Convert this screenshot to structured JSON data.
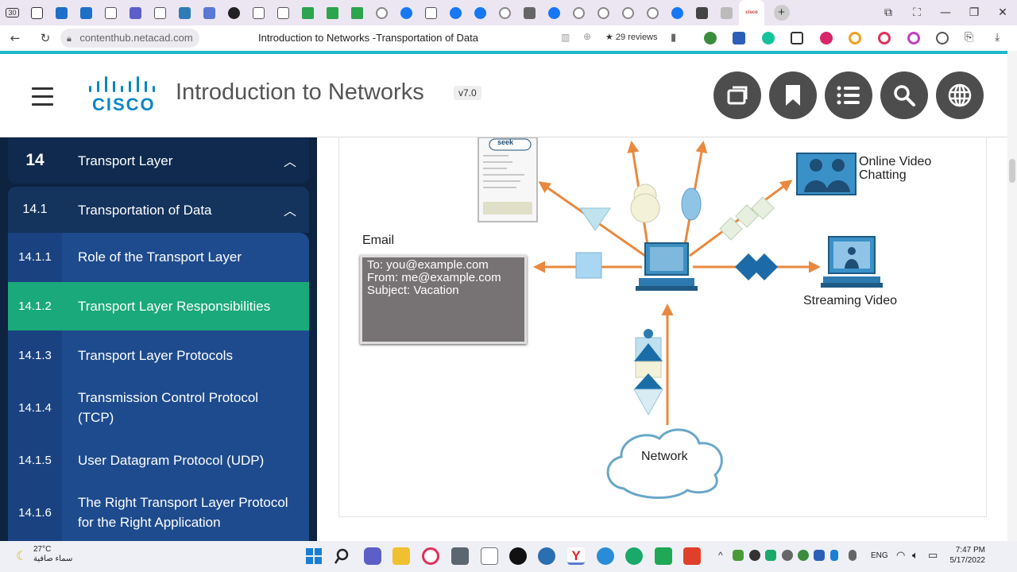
{
  "browser": {
    "tab_counter": "30",
    "url": "contenthub.netacad.com",
    "page_title": "Introduction to Networks -Transportation of Data",
    "reviews": "29 reviews",
    "active_tab_label": "cisco"
  },
  "app": {
    "title": "Introduction to Networks",
    "version": "v7.0",
    "logo_text": "CISCO"
  },
  "sidebar": {
    "items": [
      {
        "num": "14",
        "label": "Transport Layer",
        "chevron": "^"
      },
      {
        "num": "14.1",
        "label": "Transportation of Data",
        "chevron": "^"
      },
      {
        "num": "14.1.1",
        "label": "Role of the Transport Layer"
      },
      {
        "num": "14.1.2",
        "label": "Transport Layer Responsibilities"
      },
      {
        "num": "14.1.3",
        "label": "Transport Layer Protocols"
      },
      {
        "num": "14.1.4",
        "label": "Transmission Control Protocol (TCP)"
      },
      {
        "num": "14.1.5",
        "label": "User Datagram Protocol (UDP)"
      },
      {
        "num": "14.1.6",
        "label": "The Right Transport Layer Protocol for the Right Application"
      }
    ]
  },
  "diagram": {
    "email_label": "Email",
    "email_lines": [
      "To: you@example.com",
      "From: me@example.com",
      "Subject: Vacation"
    ],
    "online_video_label_1": "Online Video",
    "online_video_label_2": "Chatting",
    "streaming_label": "Streaming Video",
    "network_label": "Network",
    "thumb_text": "seek"
  },
  "taskbar": {
    "temperature": "27°C",
    "weather_text": "سماء صافية",
    "language": "ENG",
    "time": "7:47 PM",
    "date": "5/17/2022"
  },
  "colors": {
    "teal_line": "#1fb8c8",
    "sidebar_dark": "#0d2340",
    "sidebar_item": "#1e4b8e",
    "sidebar_active": "#1aa97a",
    "arrow": "#e8893f"
  }
}
